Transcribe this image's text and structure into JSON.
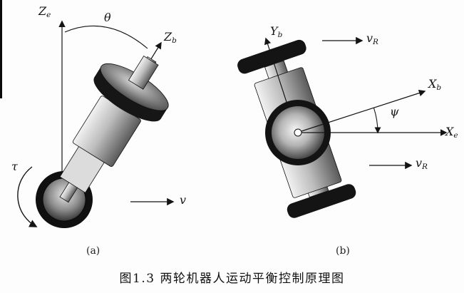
{
  "figure": {
    "caption": "图1.3  两轮机器人运动平衡控制原理图",
    "panel_a": {
      "tag": "(a)",
      "labels": {
        "ze": {
          "base": "Z",
          "sub": "e"
        },
        "zb": {
          "base": "Z",
          "sub": "b"
        },
        "theta": "θ",
        "tau": "τ",
        "v": "v"
      }
    },
    "panel_b": {
      "tag": "(b)",
      "labels": {
        "yb": {
          "base": "Y",
          "sub": "b"
        },
        "xb": {
          "base": "X",
          "sub": "b"
        },
        "xe": {
          "base": "X",
          "sub": "e"
        },
        "psi": "ψ",
        "vr_top": {
          "base": "v",
          "sub": "R"
        },
        "vr_bottom": {
          "base": "v",
          "sub": "R"
        }
      }
    }
  }
}
